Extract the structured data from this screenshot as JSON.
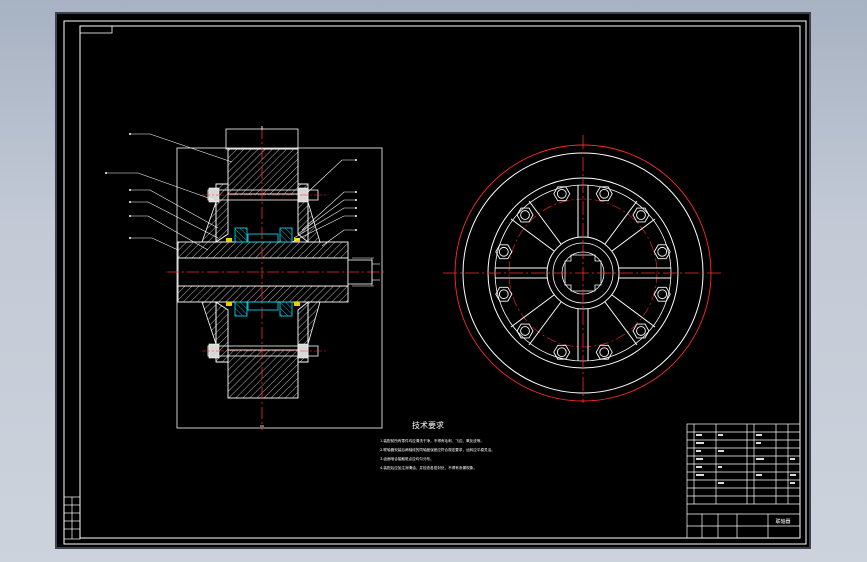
{
  "drawing": {
    "notes_title": "技术要求",
    "notes": [
      "1.装配前所有零件均应清洗干净，不得有毛刺、飞边、氧化皮等。",
      "2.联轴器安装后两轴线的同轴度误差应符合规定要求，运转应平稳灵活。",
      "3.齿面啮合接触斑点应均匀分布。",
      "4.装配后应加注润滑油，并检查各密封处，不得有渗漏现象。"
    ],
    "title_block_name": "联轴器"
  },
  "colors": {
    "line": "#ffffff",
    "center_line": "#ff2a2a",
    "hatch": "#00d0e8",
    "bolt": "#e8e8e8",
    "frame": "#ffffff"
  }
}
